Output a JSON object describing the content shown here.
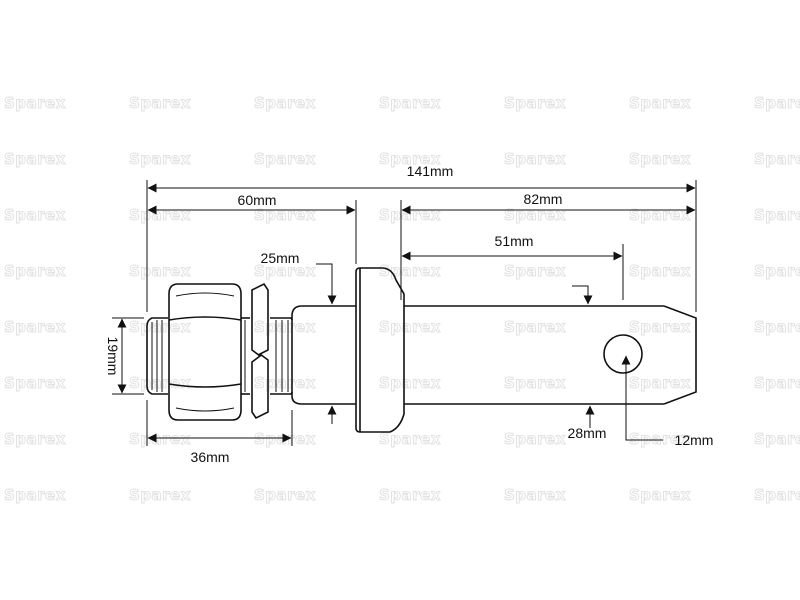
{
  "watermark": "Sparex",
  "dimensions": {
    "overall_length": "141mm",
    "to_collar": "60mm",
    "pin_length": "82mm",
    "to_hole": "51mm",
    "neck": "25mm",
    "thread_dia": "19mm",
    "thread_length": "36mm",
    "pin_dia": "28mm",
    "hole_dia": "12mm"
  },
  "colors": {
    "line": "#111111",
    "watermark": "#e2e2e2",
    "background": "#ffffff"
  }
}
